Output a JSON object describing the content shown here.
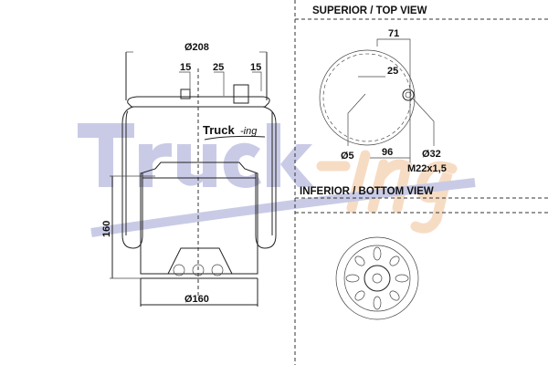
{
  "watermark": {
    "main": "Truck",
    "suffix": "-ing",
    "colors": {
      "main": "#c9cbe6",
      "suffix": "#f7dcc4"
    }
  },
  "logo": {
    "main": "Truck",
    "suffix": "-ing"
  },
  "side_view": {
    "dims": {
      "top_diameter": "Ø208",
      "left_offset": "15",
      "center_offset": "25",
      "right_offset": "15",
      "height": "160",
      "bottom_diameter": "Ø160"
    }
  },
  "top_view": {
    "title": "SUPERIOR / TOP VIEW",
    "dims": {
      "offset_71": "71",
      "offset_25": "25",
      "hole": "Ø5",
      "offset_96": "96",
      "port": "Ø32",
      "thread": "M22x1,5"
    }
  },
  "bottom_view": {
    "title": "INFERIOR / BOTTOM VIEW"
  }
}
